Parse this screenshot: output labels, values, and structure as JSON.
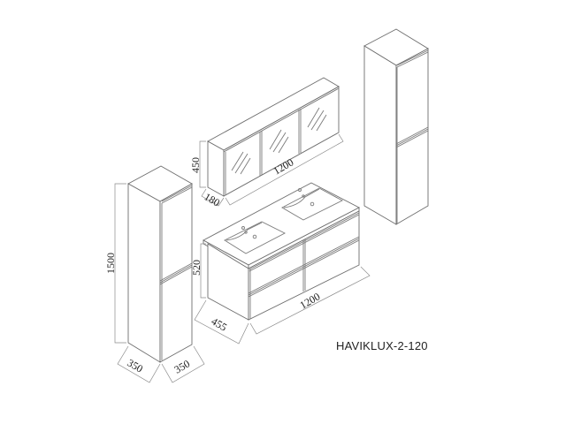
{
  "model_label": "HAVIKLUX-2-120",
  "dimensions": {
    "mirror_cabinet": {
      "height": "450",
      "depth": "180",
      "width": "1200"
    },
    "vanity": {
      "height": "520",
      "depth": "455",
      "width": "1200"
    },
    "tall_cabinet": {
      "height": "1500",
      "depth": "350",
      "width": "350"
    }
  },
  "colors": {
    "line": "#7a7a7a",
    "text": "#222222",
    "background": "#ffffff"
  }
}
